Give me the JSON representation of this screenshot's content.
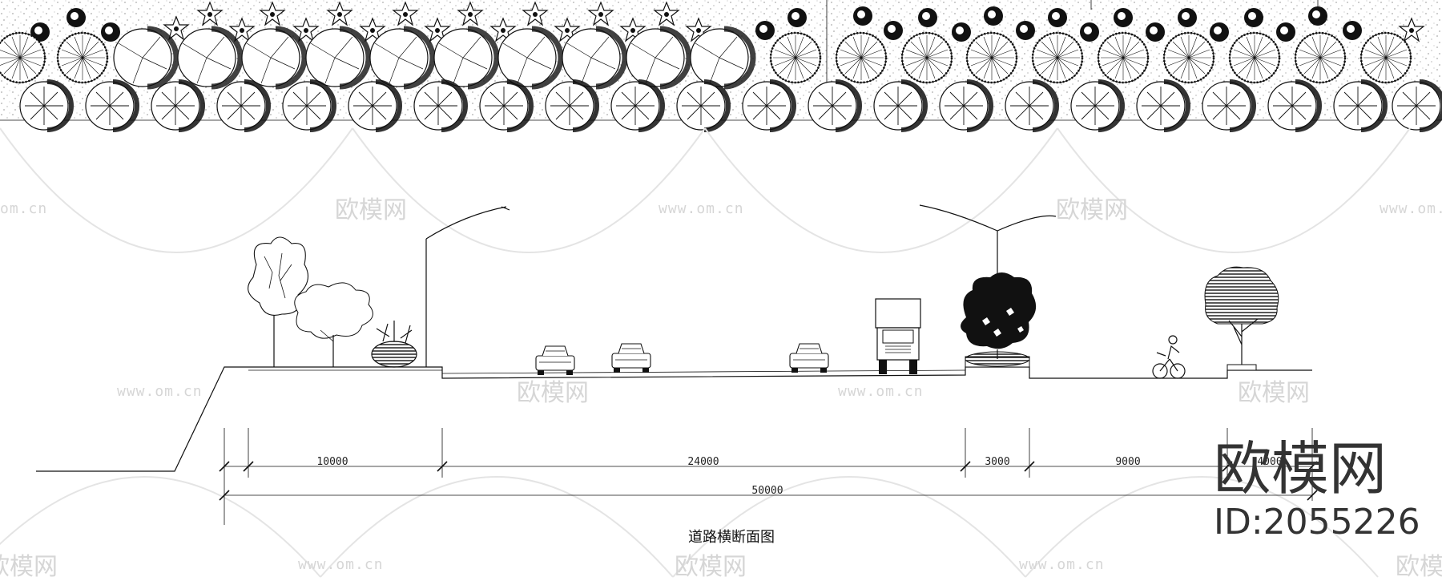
{
  "drawing": {
    "caption": "道路横断面图",
    "dimensions": {
      "segments": [
        "10000",
        "24000",
        "3000",
        "9000",
        "4000"
      ],
      "total": "50000"
    }
  },
  "watermark": {
    "logo_text": "欧模网",
    "url_text": "www.om.cn",
    "url_fragment": "om.cn"
  },
  "brand": {
    "name": "欧模网",
    "id": "ID:2055226"
  },
  "icons": [
    "tree-plan-icon",
    "palm-plan-icon",
    "shrub-plan-icon",
    "street-lamp-icon",
    "car-icon",
    "truck-icon",
    "cyclist-icon",
    "tree-elevation-icon"
  ],
  "colors": {
    "line": "#111111",
    "watermark": "#d6d6d6",
    "background": "#ffffff"
  }
}
